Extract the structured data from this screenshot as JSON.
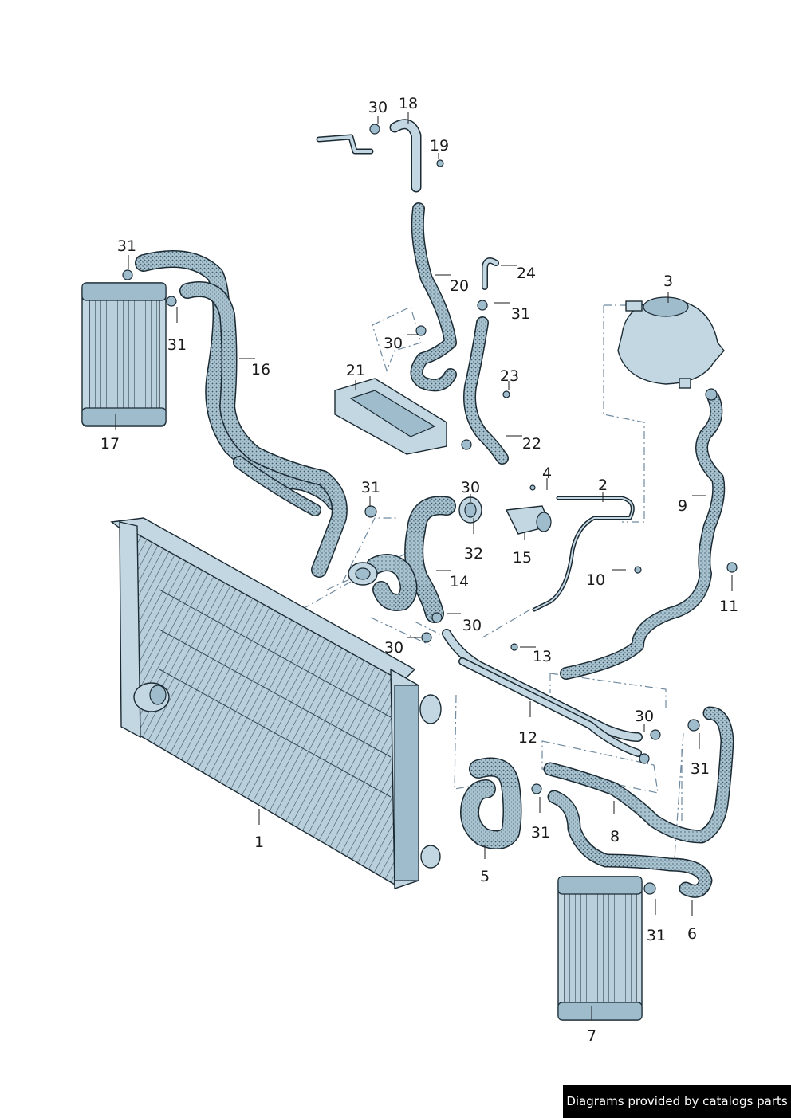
{
  "diagram": {
    "parts": [
      {
        "id": "p1",
        "label": "1"
      },
      {
        "id": "p2",
        "label": "2"
      },
      {
        "id": "p3",
        "label": "3"
      },
      {
        "id": "p4",
        "label": "4"
      },
      {
        "id": "p5",
        "label": "5"
      },
      {
        "id": "p6",
        "label": "6"
      },
      {
        "id": "p7",
        "label": "7"
      },
      {
        "id": "p8",
        "label": "8"
      },
      {
        "id": "p9",
        "label": "9"
      },
      {
        "id": "p10",
        "label": "10"
      },
      {
        "id": "p11",
        "label": "11"
      },
      {
        "id": "p12",
        "label": "12"
      },
      {
        "id": "p13",
        "label": "13"
      },
      {
        "id": "p14",
        "label": "14"
      },
      {
        "id": "p15",
        "label": "15"
      },
      {
        "id": "p16",
        "label": "16"
      },
      {
        "id": "p17",
        "label": "17"
      },
      {
        "id": "p18",
        "label": "18"
      },
      {
        "id": "p19",
        "label": "19"
      },
      {
        "id": "p20",
        "label": "20"
      },
      {
        "id": "p21",
        "label": "21"
      },
      {
        "id": "p22",
        "label": "22"
      },
      {
        "id": "p23",
        "label": "23"
      },
      {
        "id": "p24",
        "label": "24"
      },
      {
        "id": "p30a",
        "label": "30"
      },
      {
        "id": "p30b",
        "label": "30"
      },
      {
        "id": "p30c",
        "label": "30"
      },
      {
        "id": "p30d",
        "label": "30"
      },
      {
        "id": "p30e",
        "label": "30"
      },
      {
        "id": "p30f",
        "label": "30"
      },
      {
        "id": "p31a",
        "label": "31"
      },
      {
        "id": "p31b",
        "label": "31"
      },
      {
        "id": "p31c",
        "label": "31"
      },
      {
        "id": "p31d",
        "label": "31"
      },
      {
        "id": "p31e",
        "label": "31"
      },
      {
        "id": "p31f",
        "label": "31"
      },
      {
        "id": "p31g",
        "label": "31"
      },
      {
        "id": "p32",
        "label": "32"
      }
    ]
  },
  "footer": {
    "text": "Diagrams provided by catalogs parts"
  },
  "colors": {
    "part_fill": "#c3d7e2",
    "hose_fill": "#9bb7c7",
    "outline": "#1b2a33",
    "dash_line": "#6f8aa0",
    "footer_bg": "#000000",
    "footer_text": "#ffffff"
  }
}
